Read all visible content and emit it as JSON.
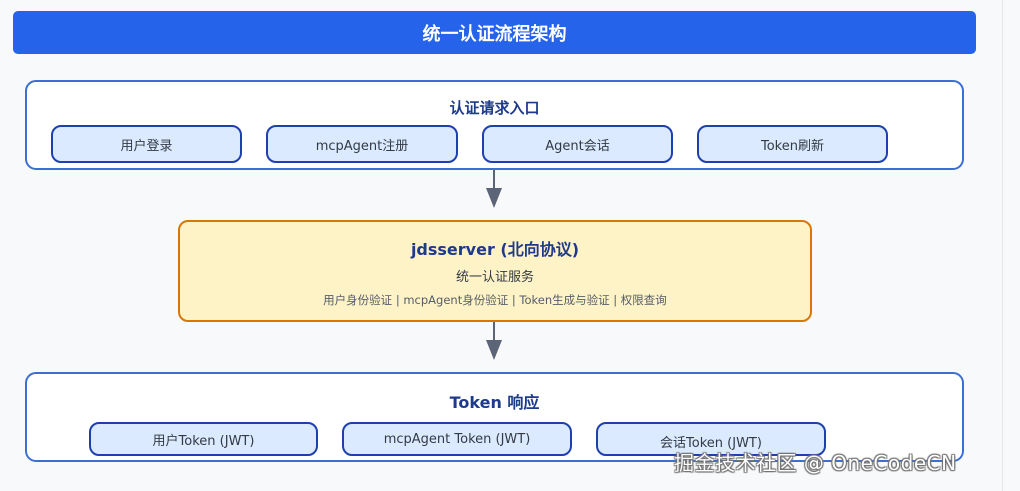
{
  "header": {
    "title": "统一认证流程架构"
  },
  "entry_panel": {
    "title": "认证请求入口",
    "items": [
      {
        "label": "用户登录"
      },
      {
        "label": "mcpAgent注册"
      },
      {
        "label": "Agent会话"
      },
      {
        "label": "Token刷新"
      }
    ]
  },
  "server": {
    "title": "jdsserver (北向协议)",
    "subtitle": "统一认证服务",
    "features": "用户身份验证 | mcpAgent身份验证 | Token生成与验证 | 权限查询"
  },
  "token_panel": {
    "title": "Token 响应",
    "items": [
      {
        "label": "用户Token (JWT)"
      },
      {
        "label": "mcpAgent Token (JWT)"
      },
      {
        "label": "会话Token (JWT)"
      }
    ]
  },
  "watermark": "掘金技术社区 @ OneCodeCN",
  "colors": {
    "header_bg": "#2563eb",
    "panel_border": "#3b6fd4",
    "pill_bg": "#dbeafe",
    "pill_border": "#1e40af",
    "server_bg": "#fef3c7",
    "server_border": "#d97706",
    "arrow": "#5b6577",
    "title_text": "#1e3a8a"
  }
}
